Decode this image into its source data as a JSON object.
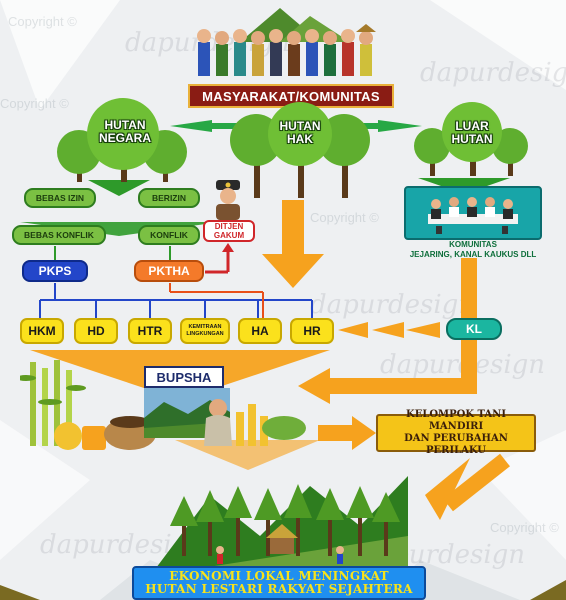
{
  "header": {
    "title": "MASYARAKAT/KOMUNITAS"
  },
  "trees": {
    "hutan_negara": [
      "HUTAN",
      "NEGARA"
    ],
    "hutan_hak": [
      "HUTAN",
      "HAK"
    ],
    "luar_hutan": [
      "LUAR",
      "HUTAN"
    ]
  },
  "conditions": {
    "bebas_izin": "BEBAS IZIN",
    "berizin": "BERIZIN",
    "bebas_konflik": "BEBAS KONFLIK",
    "konflik": "KONFLIK"
  },
  "ditjen": [
    "DITJEN",
    "GAKUM"
  ],
  "pkps": "PKPS",
  "pktha": "PKTHA",
  "komunitas_caption": [
    "KOMUNITAS",
    "JEJARING, KANAL KAUKUS DLL"
  ],
  "schemes": [
    "HKM",
    "HD",
    "HTR",
    "KEMITRAAN LINGKUNGAN",
    "HA",
    "HR"
  ],
  "kl": "KL",
  "bupsha": "BUPSHA",
  "kelompok": [
    "KELOMPOK TANI MANDIRI",
    "DAN PERUBAHAN PERILAKU"
  ],
  "footer": [
    "EKONOMI LOKAL MENINGKAT",
    "HUTAN LESTARI RAKYAT SEJAHTERA"
  ],
  "watermark": {
    "brand": "dapurdesign",
    "copyright": "Copyright ©"
  },
  "colors": {
    "green": "#7bc043",
    "yellow": "#fbe11c",
    "blue": "#2346c9",
    "orange": "#f47a2a",
    "teal": "#1bb6a0",
    "arrow": "#f6a21e",
    "banner": "#8a1c14"
  }
}
